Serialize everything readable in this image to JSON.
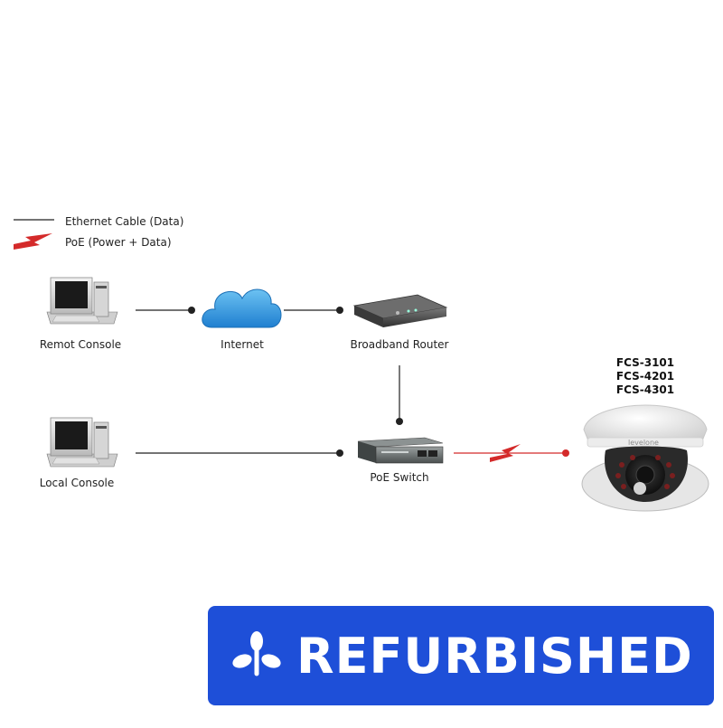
{
  "legend": {
    "ethernet_label": "Ethernet Cable (Data)",
    "poe_label": "PoE (Power + Data)"
  },
  "nodes": {
    "remote_console": "Remot Console",
    "internet": "Internet",
    "broadband_router": "Broadband Router",
    "local_console": "Local Console",
    "poe_switch": "PoE Switch"
  },
  "camera": {
    "models": [
      "FCS-3101",
      "FCS-4201",
      "FCS-4301"
    ],
    "brand_mark": "levelone"
  },
  "badge": {
    "label": "REFURBISHED",
    "icon": "sprout-icon"
  },
  "colors": {
    "ethernet_line": "#222222",
    "poe_line": "#d42a2a",
    "cloud": "#2a8fd8",
    "badge_bg": "#1e4fd8"
  }
}
